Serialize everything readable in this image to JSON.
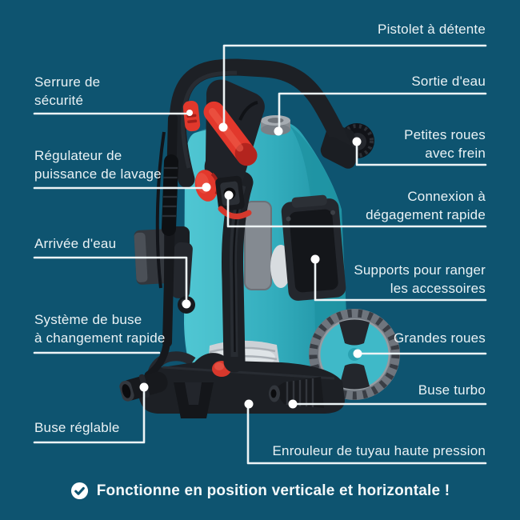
{
  "labels": {
    "left": [
      "Serrure de\nsécurité",
      "Régulateur de\npuissance de lavage",
      "Arrivée d'eau",
      "Système de buse\nà changement rapide",
      "Buse réglable"
    ],
    "right": [
      "Pistolet à détente",
      "Sortie d'eau",
      "Petites roues\navec frein",
      "Connexion à\ndégagement rapide",
      "Supports pour ranger\nles accessoires",
      "Grandes roues",
      "Buse turbo",
      "Enrouleur de tuyau haute pression"
    ]
  },
  "footer": {
    "icon": "check-circle-icon",
    "text": "Fonctionne en position verticale et horizontale !"
  },
  "colors": {
    "background": "#0e5470",
    "label_text": "#eaf2f5",
    "callout_line": "#edf4f6",
    "accent_red": "#e2382c",
    "product_teal": "#3db7c6",
    "check_circle": "#ffffff",
    "footer_text": "#f4f9fa"
  }
}
